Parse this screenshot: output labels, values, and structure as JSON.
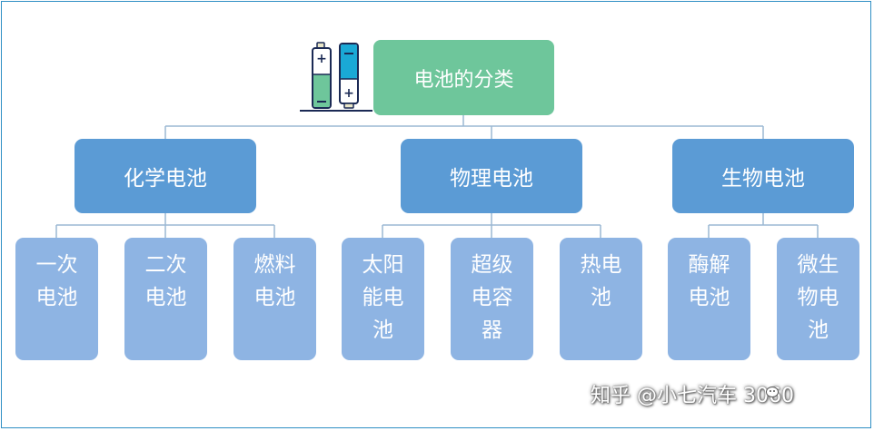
{
  "root": {
    "label": "电池的分类"
  },
  "categories": [
    {
      "label": "化学电池",
      "children": [
        "一次\n电池",
        "二次\n电池",
        "燃料\n电池"
      ]
    },
    {
      "label": "物理电池",
      "children": [
        "太阳\n能电\n池",
        "超级\n电容\n器",
        "热电\n池"
      ]
    },
    {
      "label": "生物电池",
      "children": [
        "酶解\n电池",
        "微生\n物电\n池"
      ]
    }
  ],
  "watermark": {
    "text": "知乎 @小七汽车 3060"
  },
  "colors": {
    "root": "#6ec69b",
    "category": "#5b9bd5",
    "leaf": "#8eb4e3",
    "connector": "#9bb8d3",
    "frame": "#2f8fc4"
  },
  "icons": [
    "battery-icon"
  ]
}
